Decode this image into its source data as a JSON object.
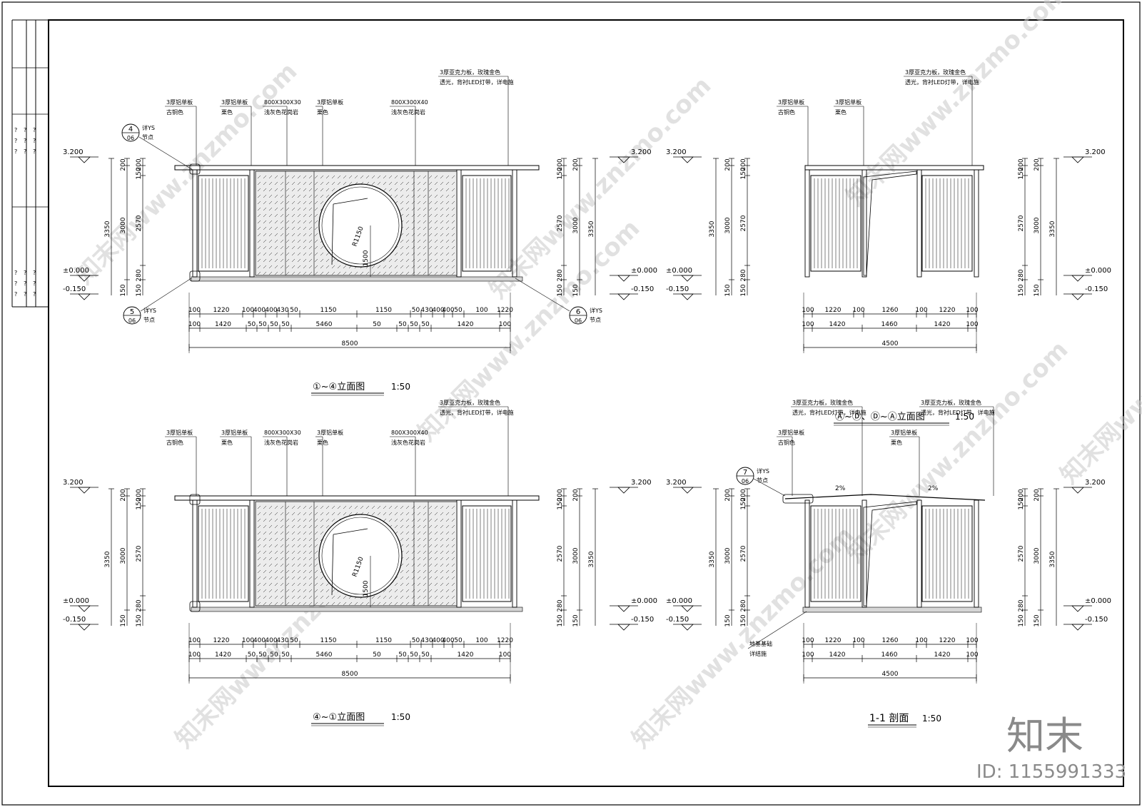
{
  "drawings": [
    {
      "title": "①~④立面图",
      "scale": "1:50",
      "top_notes": [
        {
          "l1": "3厚铝单板",
          "l2": "古铜色"
        },
        {
          "l1": "3厚铝单板",
          "l2": "栗色"
        },
        {
          "l1": "800X300X30",
          "l2": "浅灰色花岗岩"
        },
        {
          "l1": "3厚铝单板",
          "l2": "栗色"
        },
        {
          "l1": "800X300X40",
          "l2": "浅灰色花岗岩"
        },
        {
          "l1": "3厚亚克力板，玫瑰金色",
          "l2": "透光，背衬LED灯带，详电施"
        }
      ],
      "radius": "R1150",
      "circle_height": "1500",
      "dim_row1": [
        "100",
        "1220",
        "100",
        "400",
        "400",
        "430",
        "50",
        "1150",
        "1150",
        "50",
        "430",
        "400",
        "400",
        "50",
        "100",
        "1220",
        "100"
      ],
      "dim_row2": [
        "100",
        "1420",
        "50",
        "50",
        "50",
        "50",
        "5460",
        "50",
        "50",
        "50",
        "50",
        "1420",
        "100"
      ],
      "total": "8500",
      "details": [
        {
          "num": "4",
          "sheet": "06",
          "t1": "详YS",
          "t2": "节点"
        },
        {
          "num": "5",
          "sheet": "06",
          "t1": "详YS",
          "t2": "节点"
        },
        {
          "num": "6",
          "sheet": "06",
          "t1": "详YS",
          "t2": "节点"
        }
      ]
    },
    {
      "title": "Ⓐ~Ⓓ、Ⓓ~Ⓐ立面图",
      "scale": "1:50",
      "top_notes": [
        {
          "l1": "3厚铝单板",
          "l2": "古铜色"
        },
        {
          "l1": "3厚铝单板",
          "l2": "栗色"
        },
        {
          "l1": "3厚亚克力板，玫瑰金色",
          "l2": "透光，背衬LED灯带，详电施"
        }
      ],
      "dim_row1": [
        "100",
        "1220",
        "100",
        "1260",
        "100",
        "1220",
        "100"
      ],
      "dim_row2": [
        "100",
        "1420",
        "1460",
        "1420",
        "100"
      ],
      "total": "4500"
    },
    {
      "title": "④~①立面图",
      "scale": "1:50",
      "top_notes": [
        {
          "l1": "3厚铝单板",
          "l2": "古铜色"
        },
        {
          "l1": "3厚铝单板",
          "l2": "栗色"
        },
        {
          "l1": "800X300X30",
          "l2": "浅灰色花岗岩"
        },
        {
          "l1": "3厚铝单板",
          "l2": "栗色"
        },
        {
          "l1": "800X300X40",
          "l2": "浅灰色花岗岩"
        },
        {
          "l1": "3厚亚克力板，玫瑰金色",
          "l2": "透光，背衬LED灯带，详电施"
        }
      ],
      "radius": "R1150",
      "circle_height": "1500",
      "total": "8500"
    },
    {
      "title": "1-1 剖面",
      "scale": "1:50",
      "top_notes": [
        {
          "l1": "3厚铝单板",
          "l2": "古铜色"
        },
        {
          "l1": "3厚亚克力板，玫瑰金色",
          "l2": "透光，背衬LED灯带，详电施"
        },
        {
          "l1": "3厚铝单板",
          "l2": "栗色"
        },
        {
          "l1": "3厚亚克力板，玫瑰金色",
          "l2": "透光，背衬LED灯带，详电施"
        }
      ],
      "slope": "2%",
      "detail": {
        "num": "7",
        "sheet": "06",
        "t1": "详YS",
        "t2": "节点"
      },
      "foundation_note": {
        "l1": "地基基础",
        "l2": "详结施"
      },
      "total": "4500"
    }
  ],
  "elevations": {
    "top": "3.200",
    "zero": "±0.000",
    "bottom": "-0.150"
  },
  "vertical_dims": {
    "overall": "3350",
    "mid": "3000",
    "panel": "2570",
    "top": "200",
    "cap": "150",
    "base": "280",
    "foot": "150"
  },
  "logo": "知末",
  "id_text": "ID: 1155991333",
  "watermark": "知末网www.znzmo.com",
  "side_marks": "?"
}
